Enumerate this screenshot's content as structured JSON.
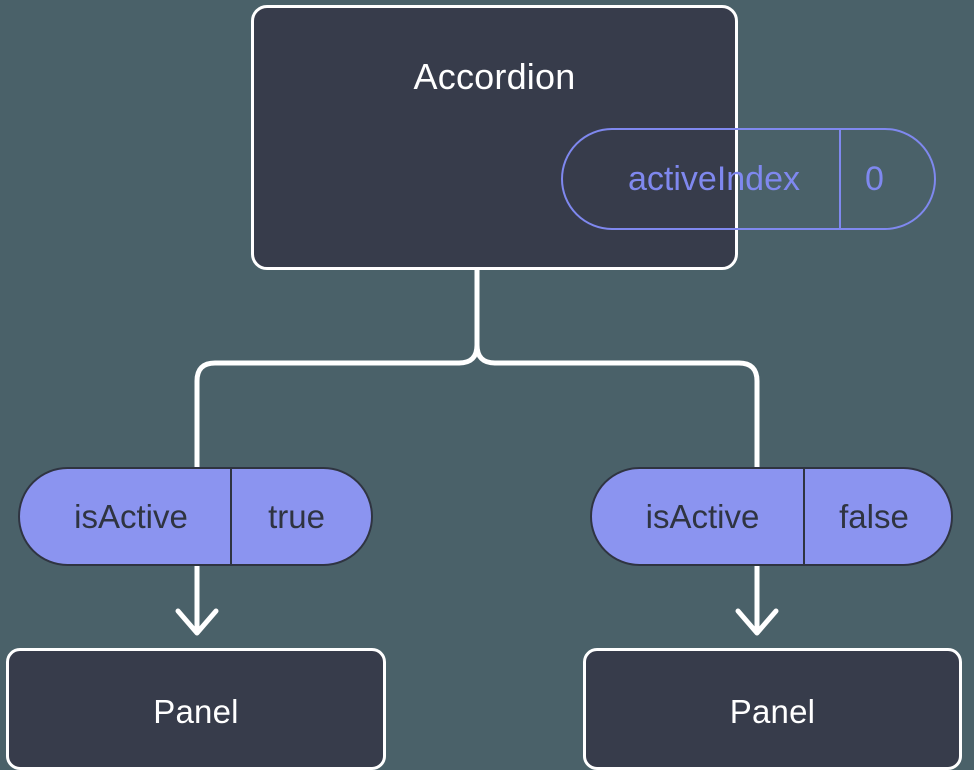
{
  "diagram": {
    "title": "Accordion component state propagation diagram",
    "background_color": "#4a6169"
  },
  "colors": {
    "background": "#4a6169",
    "node_fill": "#373c4b",
    "node_border": "#ffffff",
    "accent_purple": "#8b94f0",
    "pill_outline": "#7f88ef",
    "capsule_text": "#2f3441",
    "connector": "#ffffff",
    "title_text": "#ffffff"
  },
  "root": {
    "label": "Accordion",
    "prop": {
      "key": "activeIndex",
      "value": "0"
    }
  },
  "branches": [
    {
      "id": "left",
      "prop": {
        "key": "isActive",
        "value": "true"
      },
      "child": {
        "label": "Panel"
      }
    },
    {
      "id": "right",
      "prop": {
        "key": "isActive",
        "value": "false"
      },
      "child": {
        "label": "Panel"
      }
    }
  ],
  "connectors": {
    "trunk_label": "root-to-split",
    "left_label": "split-to-left-capsule",
    "right_label": "split-to-right-capsule",
    "arrow_left_label": "left-capsule-to-left-panel",
    "arrow_right_label": "right-capsule-to-right-panel"
  }
}
